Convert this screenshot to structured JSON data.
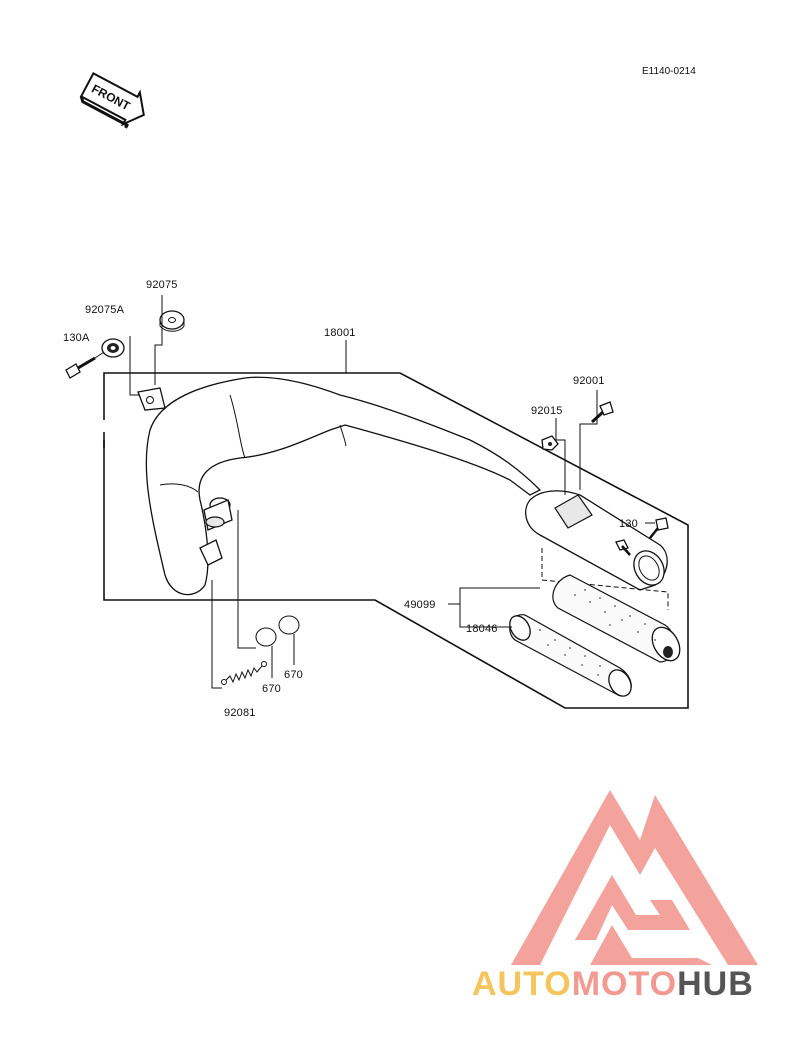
{
  "diagram": {
    "code": "E1140-0214",
    "front_label": "FRONT",
    "parts": [
      {
        "id": "p18001",
        "label": "18001"
      },
      {
        "id": "p92075",
        "label": "92075"
      },
      {
        "id": "p92075A",
        "label": "92075A"
      },
      {
        "id": "p130A",
        "label": "130A"
      },
      {
        "id": "p92001",
        "label": "92001"
      },
      {
        "id": "p92015",
        "label": "92015"
      },
      {
        "id": "p130",
        "label": "130"
      },
      {
        "id": "p49099",
        "label": "49099"
      },
      {
        "id": "p18046",
        "label": "18046"
      },
      {
        "id": "p670a",
        "label": "670"
      },
      {
        "id": "p670b",
        "label": "670"
      },
      {
        "id": "p92081",
        "label": "92081"
      }
    ]
  },
  "watermark": {
    "word_1": "AUTO",
    "word_2": "MOTO",
    "word_3": "HUB",
    "color_auto": "#f5c45c",
    "color_moto": "#f29a92",
    "color_hub": "#555555",
    "logo_color": "#f29a92"
  }
}
